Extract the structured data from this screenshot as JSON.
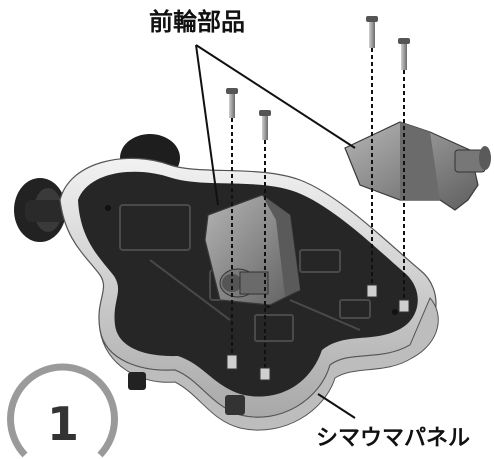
{
  "step": {
    "number": "1"
  },
  "labels": {
    "front_wheel_part": "前輪部品",
    "shimauma_panel": "シマウマパネル"
  },
  "colors": {
    "body_dark": "#2b2b2b",
    "rim_light": "#d9d9d9",
    "part_gray": "#7a7a7a",
    "screw": "#9a9a9a",
    "text": "#111111"
  }
}
